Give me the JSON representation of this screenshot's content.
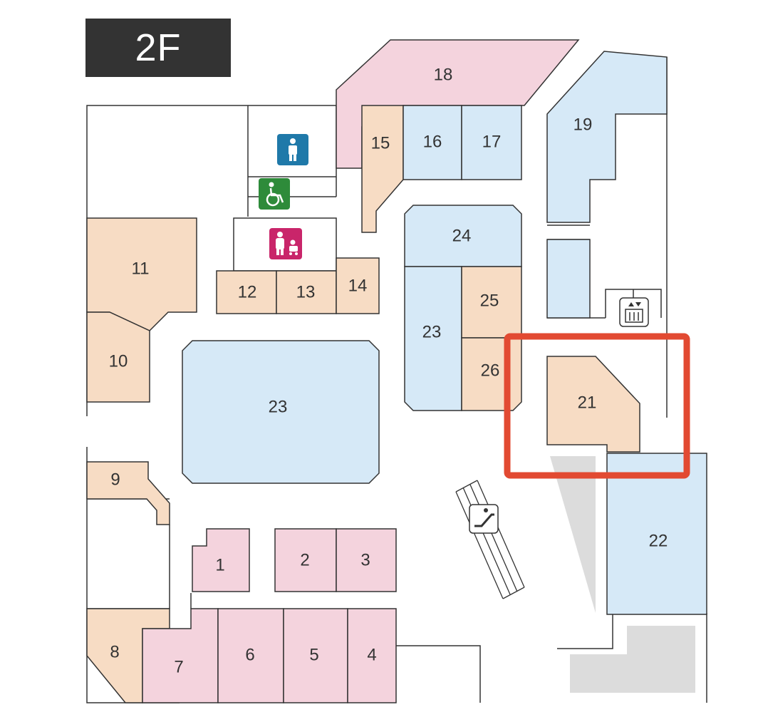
{
  "floor": {
    "label": "2F"
  },
  "colors": {
    "pink": "#f4d3dd",
    "orange": "#f7dcc4",
    "blue": "#d6e9f7",
    "gray": "#dcdcdc",
    "outline": "#333333",
    "highlight": "#e24a32",
    "restroom_icon": "#1f79a9",
    "accessible_icon": "#2e8b3a",
    "nursing_icon": "#c9256a"
  },
  "shops": [
    {
      "id": "1",
      "category": "pink"
    },
    {
      "id": "2",
      "category": "pink"
    },
    {
      "id": "3",
      "category": "pink"
    },
    {
      "id": "4",
      "category": "pink"
    },
    {
      "id": "5",
      "category": "pink"
    },
    {
      "id": "6",
      "category": "pink"
    },
    {
      "id": "7",
      "category": "pink"
    },
    {
      "id": "8",
      "category": "orange"
    },
    {
      "id": "9",
      "category": "orange"
    },
    {
      "id": "10",
      "category": "orange"
    },
    {
      "id": "11",
      "category": "orange"
    },
    {
      "id": "12",
      "category": "orange"
    },
    {
      "id": "13",
      "category": "orange"
    },
    {
      "id": "14",
      "category": "orange"
    },
    {
      "id": "15",
      "category": "orange"
    },
    {
      "id": "16",
      "category": "blue"
    },
    {
      "id": "17",
      "category": "blue"
    },
    {
      "id": "18",
      "category": "pink"
    },
    {
      "id": "19",
      "category": "blue"
    },
    {
      "id": "21",
      "category": "orange",
      "highlighted": true
    },
    {
      "id": "22",
      "category": "blue"
    },
    {
      "id": "23",
      "category": "blue"
    },
    {
      "id": "24",
      "category": "blue"
    },
    {
      "id": "25",
      "category": "orange"
    },
    {
      "id": "26",
      "category": "orange"
    }
  ],
  "facilities": [
    {
      "icon": "restroom-icon"
    },
    {
      "icon": "wheelchair-icon"
    },
    {
      "icon": "nursing-room-icon"
    },
    {
      "icon": "elevator-icon"
    },
    {
      "icon": "escalator-icon"
    }
  ]
}
